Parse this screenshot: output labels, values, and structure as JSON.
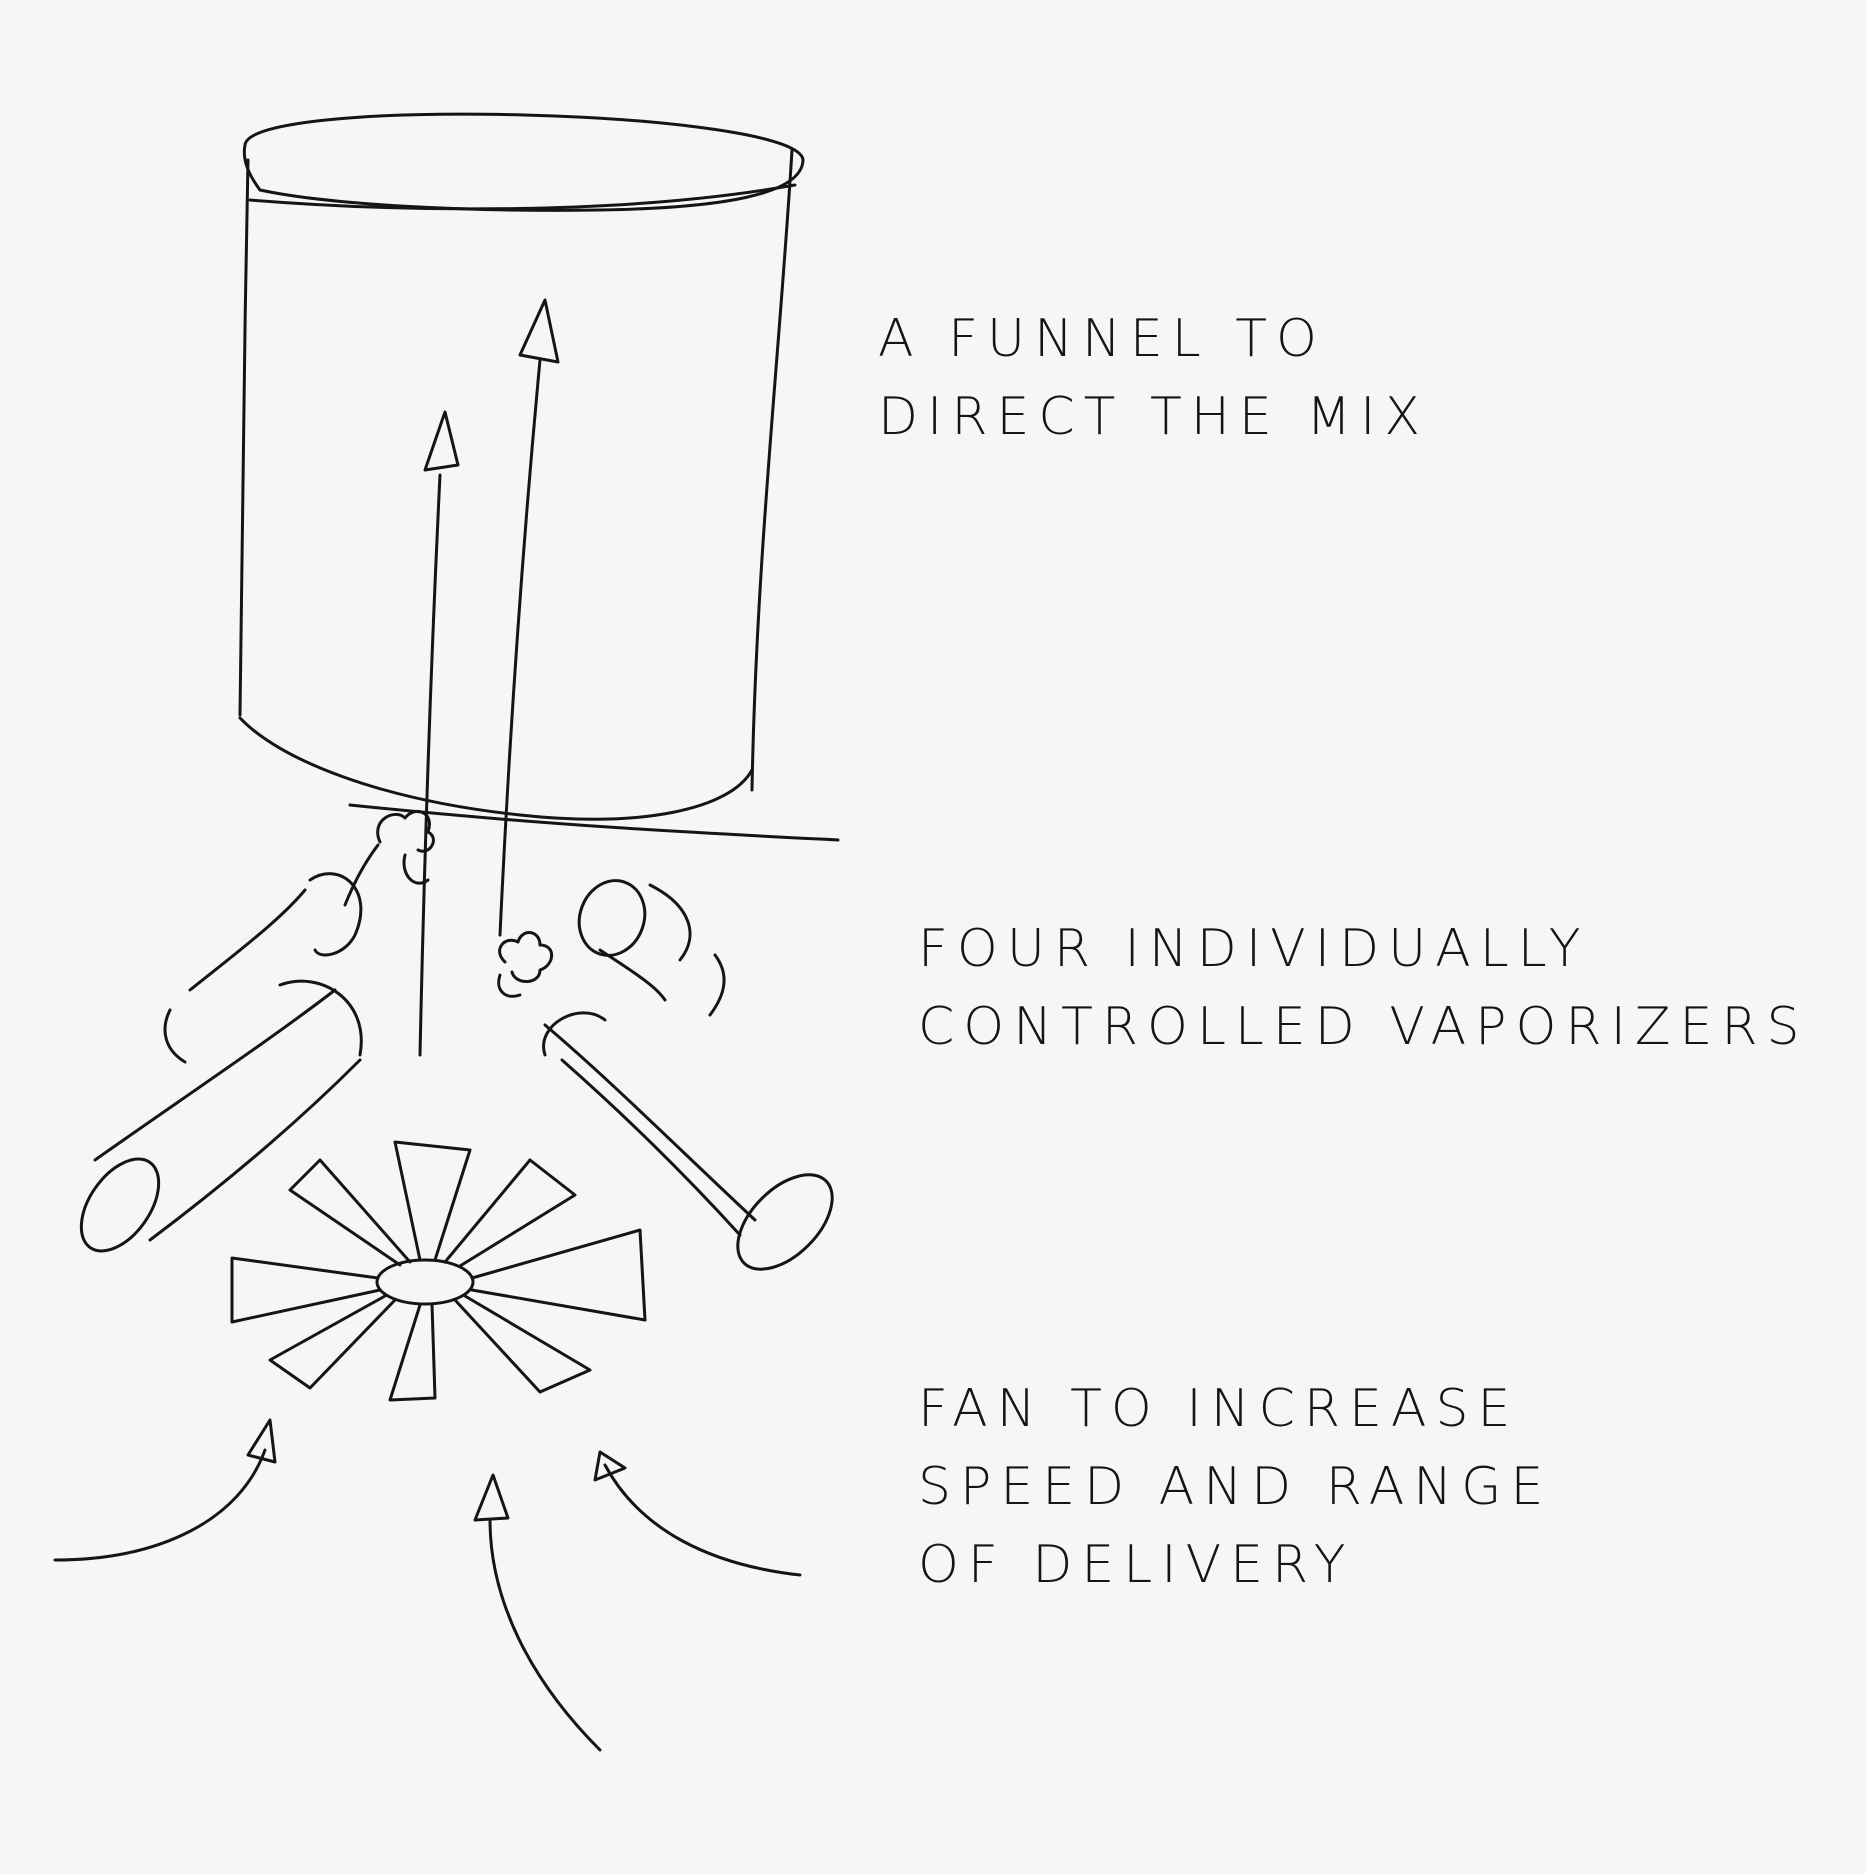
{
  "annotations": {
    "funnel": {
      "lines": [
        "A FUNNEL TO",
        "DIRECT THE MIX"
      ]
    },
    "vaporizers": {
      "lines": [
        "FOUR INDIVIDUALLY",
        "CONTROLLED VAPORIZERS"
      ]
    },
    "fan": {
      "lines": [
        "FAN TO INCREASE",
        "SPEED AND RANGE",
        "OF DELIVERY"
      ]
    }
  },
  "colors": {
    "paper": "#f6f6f6",
    "ink": "#151515"
  }
}
